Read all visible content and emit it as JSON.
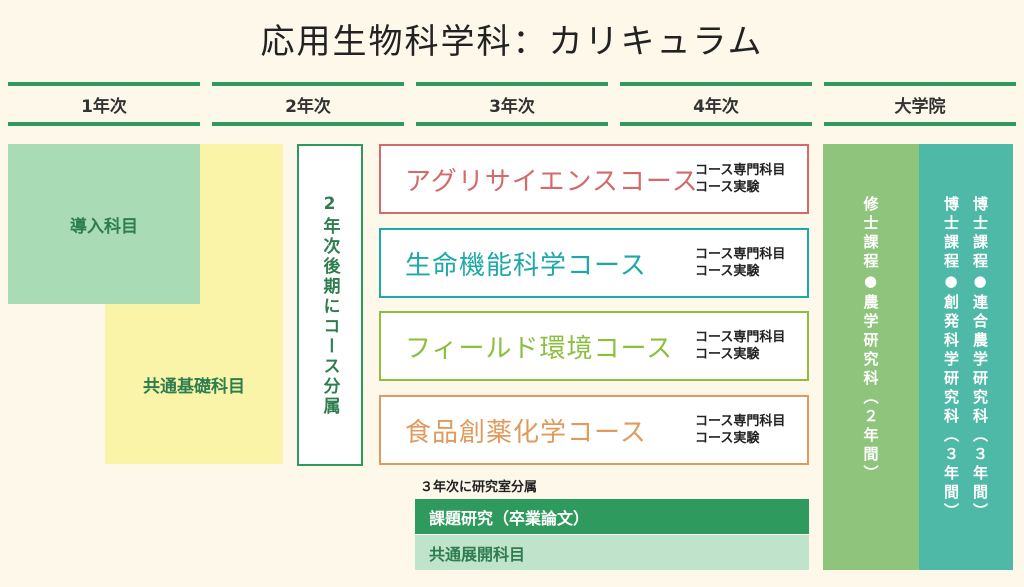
{
  "title": "応用生物科学科：カリキュラム",
  "years": [
    "1年次",
    "2年次",
    "3年次",
    "4年次",
    "大学院"
  ],
  "intro": "導入科目",
  "common_basic": "共通基礎科目",
  "branch": "2年次後期にコース分属",
  "courses": [
    {
      "name": "アグリサイエンスコース",
      "line1": "コース専門科目",
      "line2": "コース実験",
      "color": "#d46a6a"
    },
    {
      "name": "生命機能科学コース",
      "line1": "コース専門科目",
      "line2": "コース実験",
      "color": "#1ea8a8"
    },
    {
      "name": "フィールド環境コース",
      "line1": "コース専門科目",
      "line2": "コース実験",
      "color": "#8cbf3f"
    },
    {
      "name": "食品創薬化学コース",
      "line1": "コース専門科目",
      "line2": "コース実験",
      "color": "#e09a5c"
    }
  ],
  "lab_assign": "３年次に研究室分属",
  "research": "課題研究（卒業論文）",
  "common_dev": "共通展開科目",
  "masters": "修士課程●農学研究科（２年間）",
  "doctor_1": "博士課程●創発科学研究科（３年間）",
  "doctor_2": "博士課程●連合農学研究科（３年間）",
  "colors": {
    "green_rule": "#2e9a5d",
    "intro_bg": "#a9dcb5",
    "basic_bg": "#f9f4a8",
    "masters_bg": "#8fc47d",
    "doctor_bg": "#4fb9a7",
    "research_bg": "#2e9a5d",
    "common_dev_bg": "#bfe4cb"
  }
}
